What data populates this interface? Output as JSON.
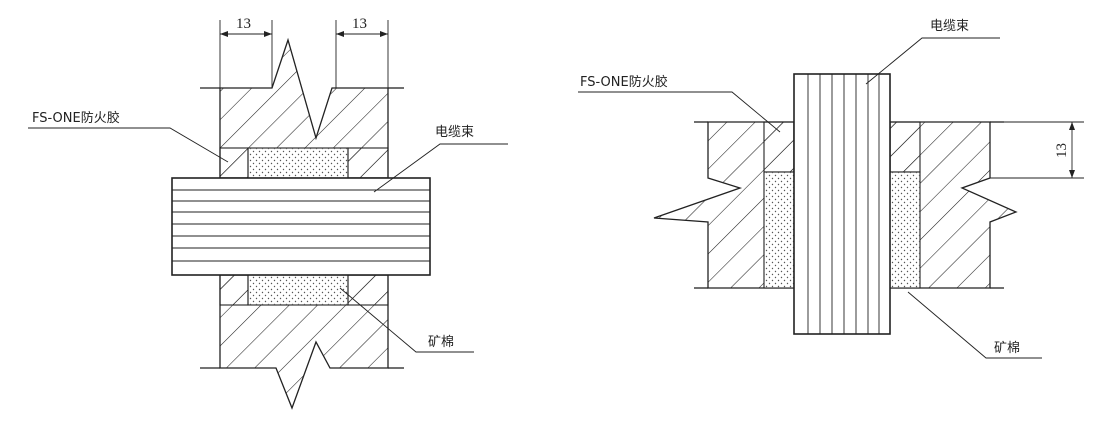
{
  "left_detail": {
    "dim_left": "13",
    "dim_right": "13",
    "sealant_label": "FS-ONE防火胶",
    "cable_label": "电缆束",
    "wool_label": "矿棉"
  },
  "right_detail": {
    "cable_label": "电缆束",
    "sealant_label": "FS-ONE防火胶",
    "dim_label": "13",
    "wool_label": "矿棉"
  },
  "colors": {
    "line": "#222222",
    "background": "#ffffff"
  }
}
